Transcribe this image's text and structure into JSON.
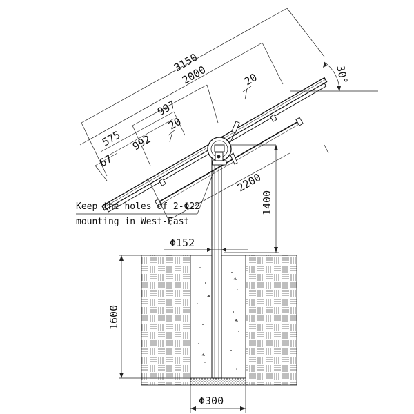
{
  "dimensions": {
    "overall_length": "3150",
    "rail_length": "2000",
    "mid_spacing": "997",
    "left_offset": "575",
    "left_span": "992",
    "end_gap": "67",
    "clip_upper": "20",
    "clip_lower": "20",
    "beam_length": "2200",
    "pole_height": "1400",
    "pole_diameter": "Φ152",
    "foundation_depth": "1600",
    "foundation_diameter": "Φ300",
    "tilt_angle": "30°"
  },
  "note": {
    "line1": "Keep the holes of 2-Φ22",
    "line2": "mounting in West-East"
  }
}
